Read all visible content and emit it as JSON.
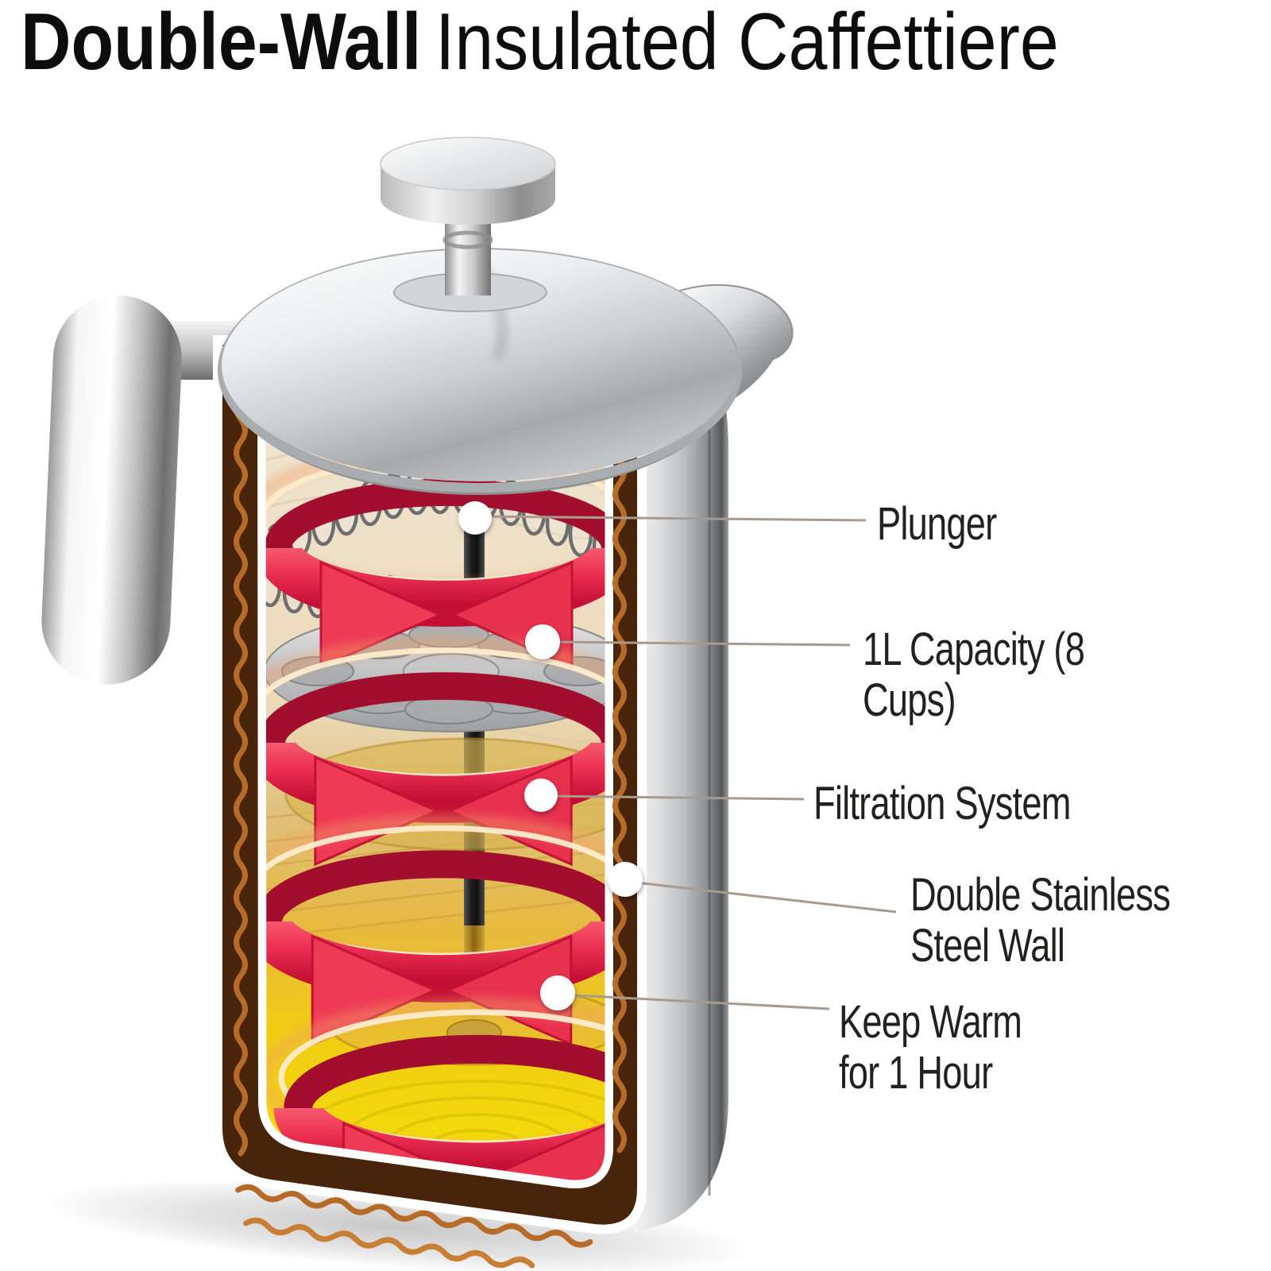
{
  "title": {
    "bold": "Double-Wall",
    "regular": "Insulated Caffettiere"
  },
  "callouts": [
    {
      "id": "plunger",
      "label": "Plunger"
    },
    {
      "id": "capacity",
      "label": "1L Capacity (8 Cups)"
    },
    {
      "id": "filtration",
      "label": "Filtration System"
    },
    {
      "id": "wall",
      "label": "Double Stainless\nSteel Wall"
    },
    {
      "id": "keep-warm",
      "label": "Keep Warm\nfor 1 Hour"
    }
  ],
  "colors": {
    "arrow_red": "#e8304f",
    "arrow_red_dark": "#a20f2e",
    "insulation_brown": "#48240b",
    "wave_orange": "#b76b28",
    "coffee_yellow": "#f3d90c",
    "glow_cream": "#ffeccb",
    "leader_line": "#a89b8e",
    "text": "#232020",
    "chrome_light": "#f4f4f4",
    "chrome_dark": "#6e7173"
  }
}
